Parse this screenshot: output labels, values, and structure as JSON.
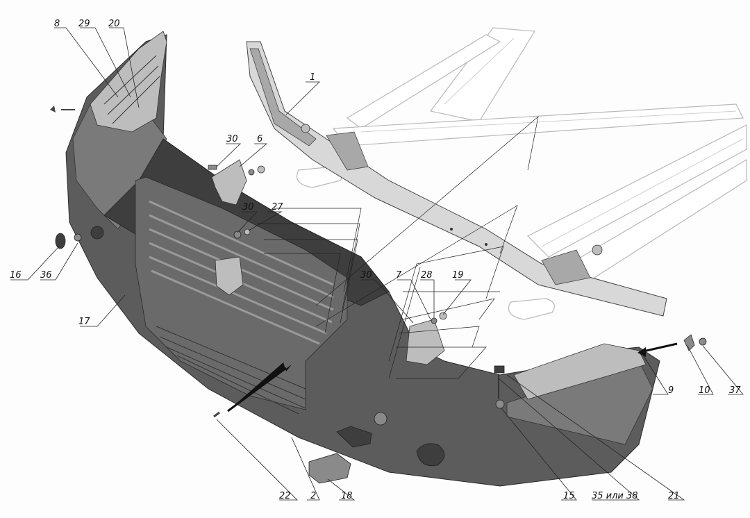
{
  "callouts": [
    {
      "id": "c8",
      "label": "8"
    },
    {
      "id": "c29",
      "label": "29"
    },
    {
      "id": "c20",
      "label": "20"
    },
    {
      "id": "c1",
      "label": "1"
    },
    {
      "id": "c30a",
      "label": "30"
    },
    {
      "id": "c6",
      "label": "6"
    },
    {
      "id": "c30b",
      "label": "30"
    },
    {
      "id": "c27",
      "label": "27"
    },
    {
      "id": "c16",
      "label": "16"
    },
    {
      "id": "c36",
      "label": "36"
    },
    {
      "id": "c17",
      "label": "17"
    },
    {
      "id": "c30c",
      "label": "30"
    },
    {
      "id": "c7",
      "label": "7"
    },
    {
      "id": "c28",
      "label": "28"
    },
    {
      "id": "c19",
      "label": "19"
    },
    {
      "id": "c9",
      "label": "9"
    },
    {
      "id": "c10",
      "label": "10"
    },
    {
      "id": "c37",
      "label": "37"
    },
    {
      "id": "c22",
      "label": "22"
    },
    {
      "id": "c2",
      "label": "2"
    },
    {
      "id": "c18",
      "label": "18"
    },
    {
      "id": "c15",
      "label": "15"
    },
    {
      "id": "c35",
      "label": "35 или 38"
    },
    {
      "id": "c21",
      "label": "21"
    }
  ],
  "colors": {
    "bumper": "#5c5c5c",
    "frame": "#ffffff",
    "lead_line": "#222222"
  }
}
